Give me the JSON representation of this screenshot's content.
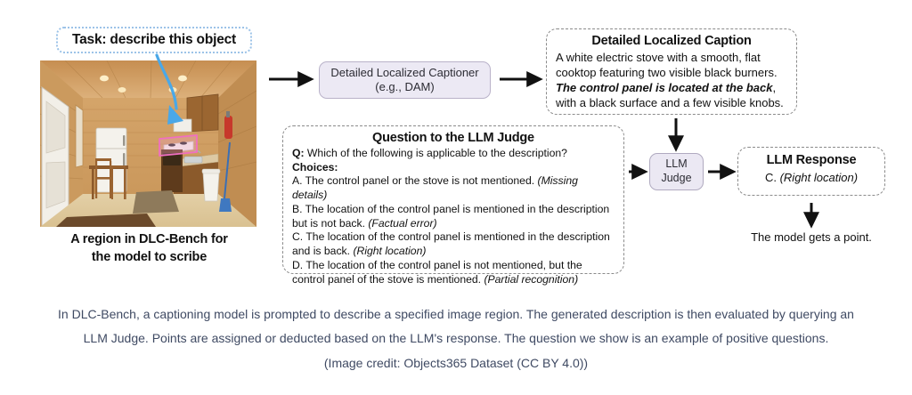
{
  "task_callout": {
    "label": "Task: describe this object"
  },
  "photo": {
    "alt_name": "cabin-kitchen-photo",
    "caption_line_1": "A region in DLC-Bench for",
    "caption_line_2": "the model to scribe",
    "highlight_color": "#f09ad0",
    "pointer_color": "#4aa8e8"
  },
  "captioner": {
    "line_1": "Detailed Localized Captioner",
    "line_2": "(e.g., DAM)",
    "fill_color": "#ece9f4",
    "border_color": "#b9b2c9"
  },
  "caption_box": {
    "title": "Detailed Localized Caption",
    "text_1": "A white electric stove with a smooth, flat cooktop featuring two visible black burners. ",
    "text_emphasis": "The control panel is located at the back",
    "text_2": ", with a black surface and a few visible knobs."
  },
  "question_box": {
    "title": "Question to the LLM Judge",
    "q_prefix": "Q:",
    "q_text": " Which of the following is applicable to the description?",
    "choices_label": "Choices:",
    "choices": [
      {
        "letter": "A.",
        "text": " The control panel or the stove is not mentioned. ",
        "tag": "(Missing details)"
      },
      {
        "letter": "B.",
        "text": " The location of the control panel is mentioned in the description but is not back. ",
        "tag": "(Factual error)"
      },
      {
        "letter": "C.",
        "text": " The location of the control panel is mentioned in the description and is back. ",
        "tag": "(Right location)"
      },
      {
        "letter": "D.",
        "text": " The location of the control panel is not mentioned, but the control panel of the stove is mentioned. ",
        "tag": "(Partial recognition)"
      }
    ]
  },
  "judge": {
    "line_1": "LLM",
    "line_2": "Judge",
    "fill_color": "#ebe8f3",
    "border_color": "#b0aac0"
  },
  "response_box": {
    "title": "LLM Response",
    "value_letter": "C. ",
    "value_tag": "(Right location)"
  },
  "point_text": "The model gets a point.",
  "figure_caption": {
    "line_1": "In DLC-Bench, a captioning model is prompted to describe a specified image region. The generated description is then evaluated by querying an",
    "line_2": "LLM Judge. Points are assigned or deducted based on the LLM's response. The question we show is an example of positive questions.",
    "credit": "(Image credit: Objects365 Dataset (CC BY 4.0))",
    "color": "#3f4a63"
  }
}
